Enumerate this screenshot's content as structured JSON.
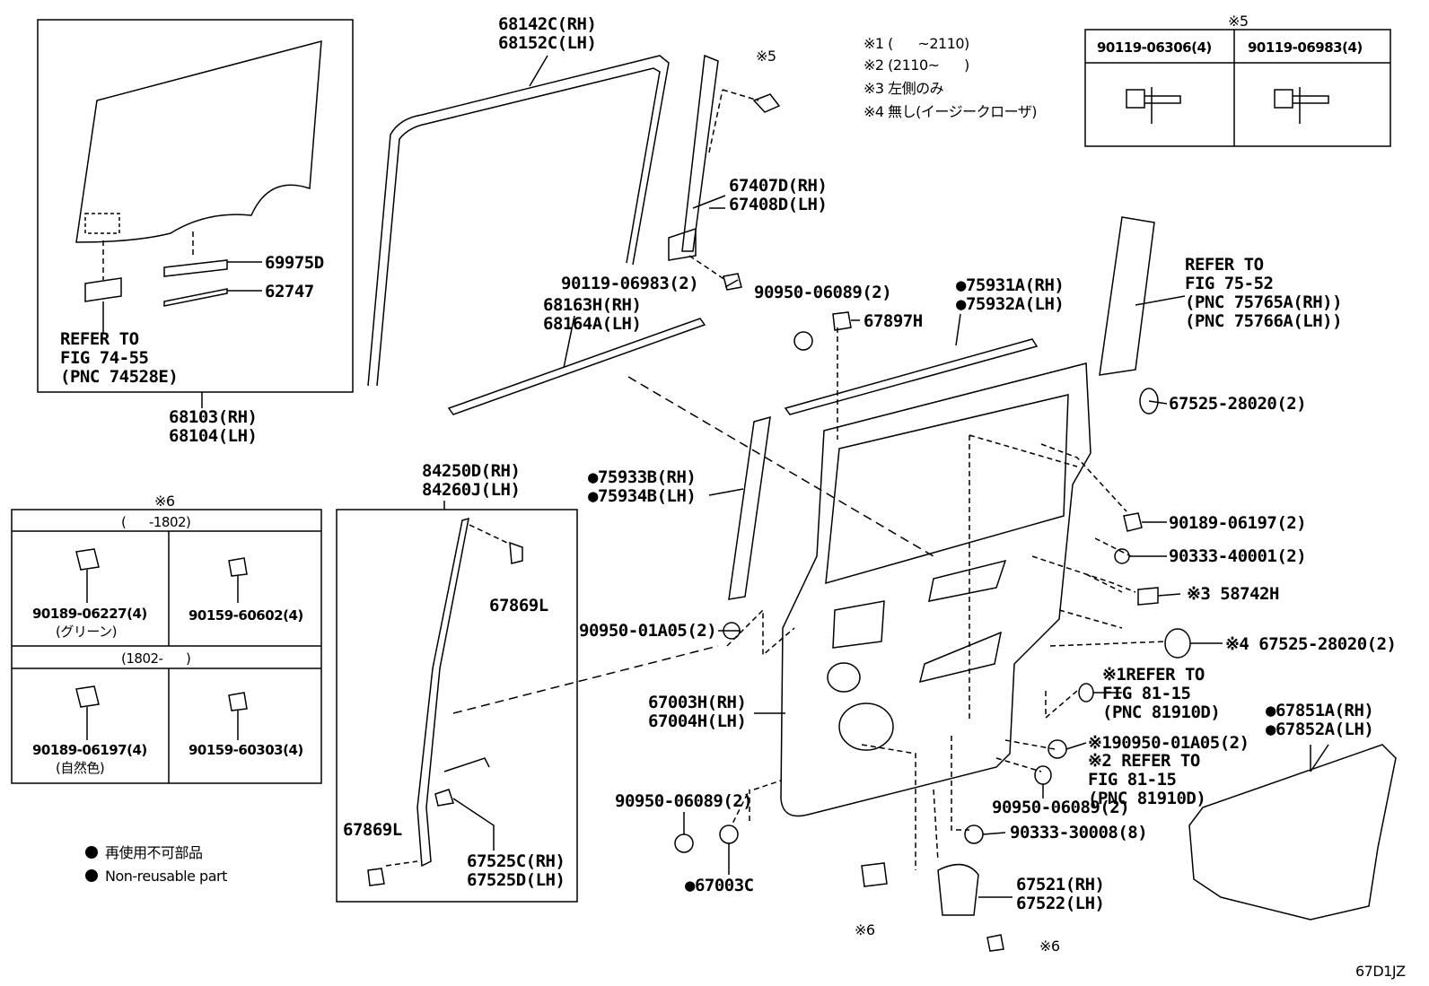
{
  "diagram_code": "67D1JZ",
  "notes": {
    "n1": "※1 (      ~2110)",
    "n2": "※2 (2110~      )",
    "n3": "※3 左側のみ",
    "n4": "※4 無し(イージークローザ)"
  },
  "bolt_table": {
    "title": "※5",
    "col1": "90119-06306(4)",
    "col2": "90119-06983(4)"
  },
  "clip_table": {
    "title": "※6",
    "row1_header": "(      -1802)",
    "row2_header": "(1802-      )",
    "r1c1_part": "90189-06227(4)",
    "r1c1_sub": "(グリーン)",
    "r1c2_part": "90159-60602(4)",
    "r2c1_part": "90189-06197(4)",
    "r2c1_sub": "(自然色)",
    "r2c2_part": "90159-60303(4)"
  },
  "legend": {
    "jp": "再使用不可部品",
    "en": "Non-reusable part"
  },
  "glass_box": {
    "p1": "69975D",
    "p2": "62747",
    "refer": "REFER TO\nFIG 74-55\n(PNC 74528E)",
    "bottom": "68103(RH)\n68104(LH)"
  },
  "labels": {
    "l68142": "68142C(RH)\n68152C(LH)",
    "l5_top": "※5",
    "l67407": "67407D(RH)\n67408D(LH)",
    "l90119": "90119-06983(2)",
    "l68163": "68163H(RH)\n68164A(LH)",
    "l90950a": "90950-06089(2)",
    "l67897": "67897H",
    "l75931": "●75931A(RH)\n●75932A(LH)",
    "lrefer75": "REFER TO\nFIG 75-52\n(PNC 75765A(RH))\n(PNC 75766A(LH))",
    "l67525a": "67525-28020(2)",
    "l75933": "●75933B(RH)\n●75934B(LH)",
    "l90189": "90189-06197(2)",
    "l90333a": "90333-40001(2)",
    "l58742": "※3 58742H",
    "l84250": "84250D(RH)\n84260J(LH)",
    "l67869a": "67869L",
    "l90950b": "90950-01A05(2)",
    "l67525b": "※4 67525-28020(2)",
    "l67003": "67003H(RH)\n67004H(LH)",
    "lrefer81a": "※1REFER TO\nFIG 81-15\n(PNC 81910D)",
    "l67851": "●67851A(RH)\n●67852A(LH)",
    "l90950c": "※190950-01A05(2)",
    "lrefer81b": "※2 REFER TO\nFIG 81-15\n(PNC 81910D)",
    "l90950d": "90950-06089(2)",
    "l90950e": "90950-06089(2)",
    "l90333b": "90333-30008(8)",
    "l67869b": "67869L",
    "l67525c": "67525C(RH)\n67525D(LH)",
    "l67003c": "●67003C",
    "l67521": "67521(RH)\n67522(LH)",
    "l6a": "※6",
    "l6b": "※6"
  }
}
